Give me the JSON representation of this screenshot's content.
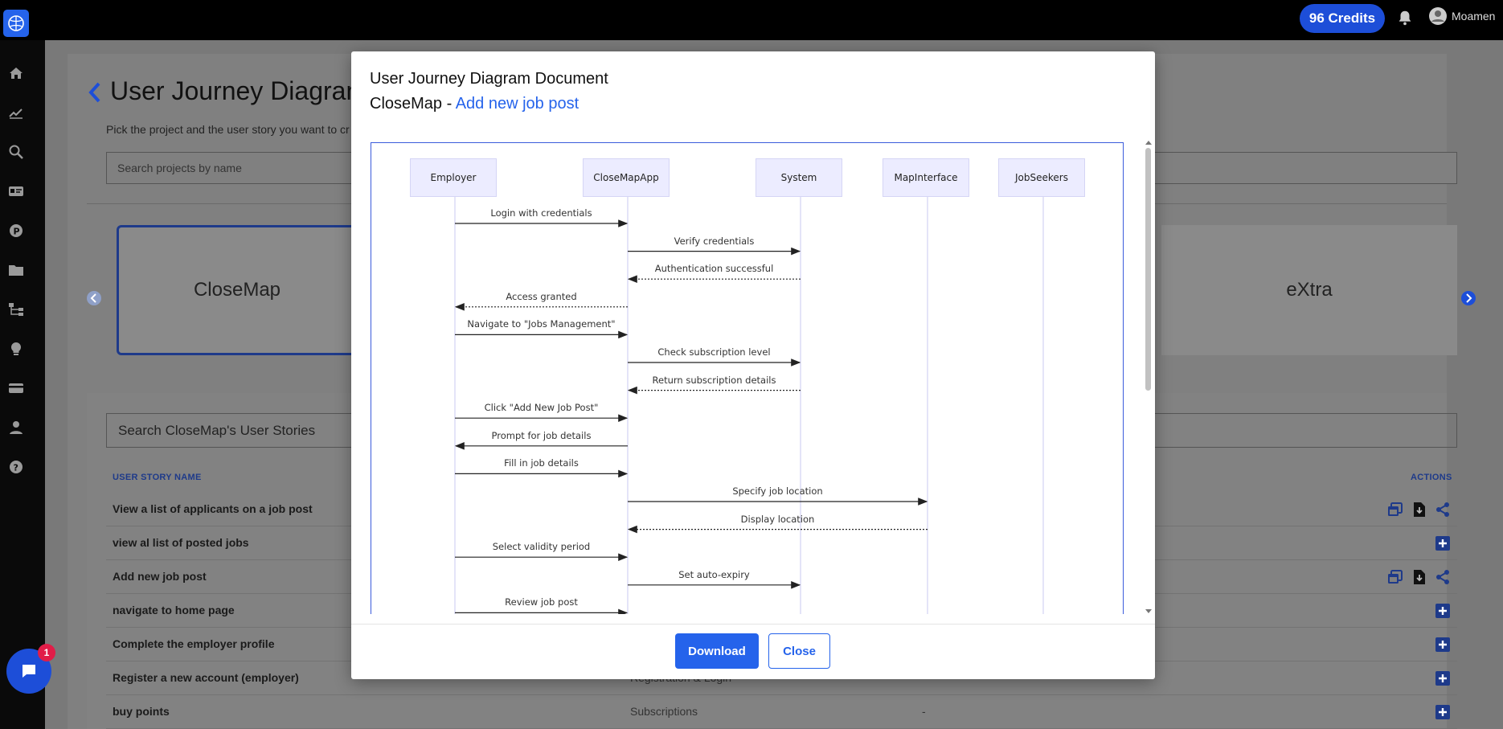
{
  "app": {
    "credits_label": "96 Credits",
    "user_name": "Moamen",
    "chat_badge_count": "1"
  },
  "page": {
    "title": "User Journey Diagram",
    "subtitle": "Pick the project and the user story you want to cr",
    "project_search_placeholder": "Search projects by name",
    "projects": [
      "CloseMap",
      "eXtra"
    ],
    "story_search_placeholder": "Search CloseMap's User Stories",
    "columns": {
      "story_name": "USER STORY NAME",
      "actions": "ACTIONS"
    },
    "stories": [
      {
        "name": "View a list of applicants on a job post",
        "col2": "",
        "col3": "",
        "actions": [
          "view",
          "download",
          "share"
        ]
      },
      {
        "name": "view al list of posted jobs",
        "col2": "",
        "col3": "",
        "actions": [
          "add"
        ]
      },
      {
        "name": "Add new job post",
        "col2": "",
        "col3": "",
        "actions": [
          "view",
          "download",
          "share"
        ]
      },
      {
        "name": "navigate to home page",
        "col2": "",
        "col3": "",
        "actions": [
          "add"
        ]
      },
      {
        "name": "Complete the employer profile",
        "col2": "",
        "col3": "",
        "actions": [
          "add"
        ]
      },
      {
        "name": "Register a new account (employer)",
        "col2": "Registration & Login",
        "col3": "",
        "actions": [
          "add"
        ]
      },
      {
        "name": "buy points",
        "col2": "Subscriptions",
        "col3": "-",
        "actions": [
          "add"
        ]
      }
    ]
  },
  "modal": {
    "title": "User Journey Diagram Document",
    "project": "CloseMap",
    "separator": " - ",
    "story": "Add new job post",
    "download_label": "Download",
    "close_label": "Close"
  },
  "diagram": {
    "participants": [
      "Employer",
      "CloseMapApp",
      "System",
      "MapInterface",
      "JobSeekers"
    ],
    "messages": [
      {
        "from": 0,
        "to": 1,
        "label": "Login with credentials",
        "dashed": false
      },
      {
        "from": 1,
        "to": 2,
        "label": "Verify credentials",
        "dashed": false
      },
      {
        "from": 2,
        "to": 1,
        "label": "Authentication successful",
        "dashed": true
      },
      {
        "from": 1,
        "to": 0,
        "label": "Access granted",
        "dashed": true
      },
      {
        "from": 0,
        "to": 1,
        "label": "Navigate to \"Jobs Management\"",
        "dashed": false
      },
      {
        "from": 1,
        "to": 2,
        "label": "Check subscription level",
        "dashed": false
      },
      {
        "from": 2,
        "to": 1,
        "label": "Return subscription details",
        "dashed": true
      },
      {
        "from": 0,
        "to": 1,
        "label": "Click \"Add New Job Post\"",
        "dashed": false
      },
      {
        "from": 1,
        "to": 0,
        "label": "Prompt for job details",
        "dashed": false
      },
      {
        "from": 0,
        "to": 1,
        "label": "Fill in job details",
        "dashed": false
      },
      {
        "from": 1,
        "to": 3,
        "label": "Specify job location",
        "dashed": false
      },
      {
        "from": 3,
        "to": 1,
        "label": "Display location",
        "dashed": true
      },
      {
        "from": 0,
        "to": 1,
        "label": "Select validity period",
        "dashed": false
      },
      {
        "from": 1,
        "to": 2,
        "label": "Set auto-expiry",
        "dashed": false
      },
      {
        "from": 0,
        "to": 1,
        "label": "Review job post",
        "dashed": false
      }
    ]
  },
  "colors": {
    "accent": "#2563eb",
    "participant_fill": "#ececff",
    "lifeline": "#c8c8f0"
  }
}
